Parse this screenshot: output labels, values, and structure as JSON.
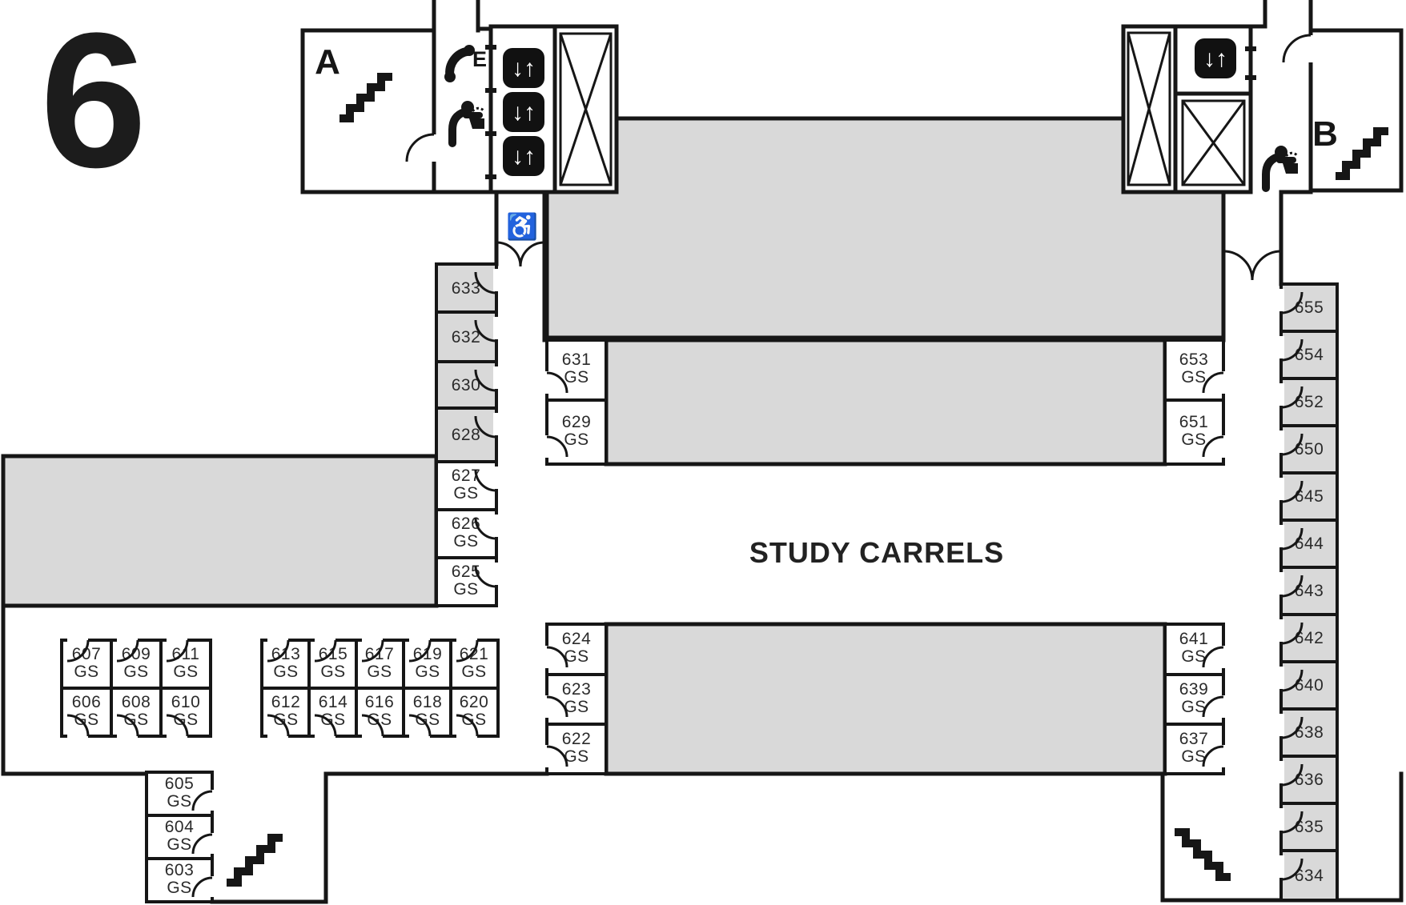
{
  "floor": {
    "number": "6"
  },
  "areas": {
    "study_carrels": "STUDY CARRELS"
  },
  "stairwells": {
    "a": "A",
    "b": "B"
  },
  "icons": {
    "emergency_phone_label": "E",
    "elevator_call_arrows": "↓↑",
    "wheelchair_symbol": "♿"
  },
  "colors": {
    "zone_gray": "#d9d9d9",
    "wall_black": "#161616"
  },
  "rooms": {
    "r633": {
      "num": "633",
      "gs": ""
    },
    "r632": {
      "num": "632",
      "gs": ""
    },
    "r630": {
      "num": "630",
      "gs": ""
    },
    "r628": {
      "num": "628",
      "gs": ""
    },
    "r627": {
      "num": "627",
      "gs": "GS"
    },
    "r626": {
      "num": "626",
      "gs": "GS"
    },
    "r625": {
      "num": "625",
      "gs": "GS"
    },
    "r631": {
      "num": "631",
      "gs": "GS"
    },
    "r629": {
      "num": "629",
      "gs": "GS"
    },
    "r653": {
      "num": "653",
      "gs": "GS"
    },
    "r651": {
      "num": "651",
      "gs": "GS"
    },
    "r624": {
      "num": "624",
      "gs": "GS"
    },
    "r623": {
      "num": "623",
      "gs": "GS"
    },
    "r622": {
      "num": "622",
      "gs": "GS"
    },
    "r641": {
      "num": "641",
      "gs": "GS"
    },
    "r639": {
      "num": "639",
      "gs": "GS"
    },
    "r637": {
      "num": "637",
      "gs": "GS"
    },
    "r655": {
      "num": "655",
      "gs": ""
    },
    "r654": {
      "num": "654",
      "gs": ""
    },
    "r652": {
      "num": "652",
      "gs": ""
    },
    "r650": {
      "num": "650",
      "gs": ""
    },
    "r645": {
      "num": "645",
      "gs": ""
    },
    "r644": {
      "num": "644",
      "gs": ""
    },
    "r643": {
      "num": "643",
      "gs": ""
    },
    "r642": {
      "num": "642",
      "gs": ""
    },
    "r640": {
      "num": "640",
      "gs": ""
    },
    "r638": {
      "num": "638",
      "gs": ""
    },
    "r636": {
      "num": "636",
      "gs": ""
    },
    "r635": {
      "num": "635",
      "gs": ""
    },
    "r634": {
      "num": "634",
      "gs": ""
    },
    "r607": {
      "num": "607",
      "gs": "GS"
    },
    "r609": {
      "num": "609",
      "gs": "GS"
    },
    "r611": {
      "num": "611",
      "gs": "GS"
    },
    "r606": {
      "num": "606",
      "gs": "GS"
    },
    "r608": {
      "num": "608",
      "gs": "GS"
    },
    "r610": {
      "num": "610",
      "gs": "GS"
    },
    "r613": {
      "num": "613",
      "gs": "GS"
    },
    "r615": {
      "num": "615",
      "gs": "GS"
    },
    "r617": {
      "num": "617",
      "gs": "GS"
    },
    "r619": {
      "num": "619",
      "gs": "GS"
    },
    "r621": {
      "num": "621",
      "gs": "GS"
    },
    "r612": {
      "num": "612",
      "gs": "GS"
    },
    "r614": {
      "num": "614",
      "gs": "GS"
    },
    "r616": {
      "num": "616",
      "gs": "GS"
    },
    "r618": {
      "num": "618",
      "gs": "GS"
    },
    "r620": {
      "num": "620",
      "gs": "GS"
    },
    "r605": {
      "num": "605",
      "gs": "GS"
    },
    "r604": {
      "num": "604",
      "gs": "GS"
    },
    "r603": {
      "num": "603",
      "gs": "GS"
    }
  }
}
